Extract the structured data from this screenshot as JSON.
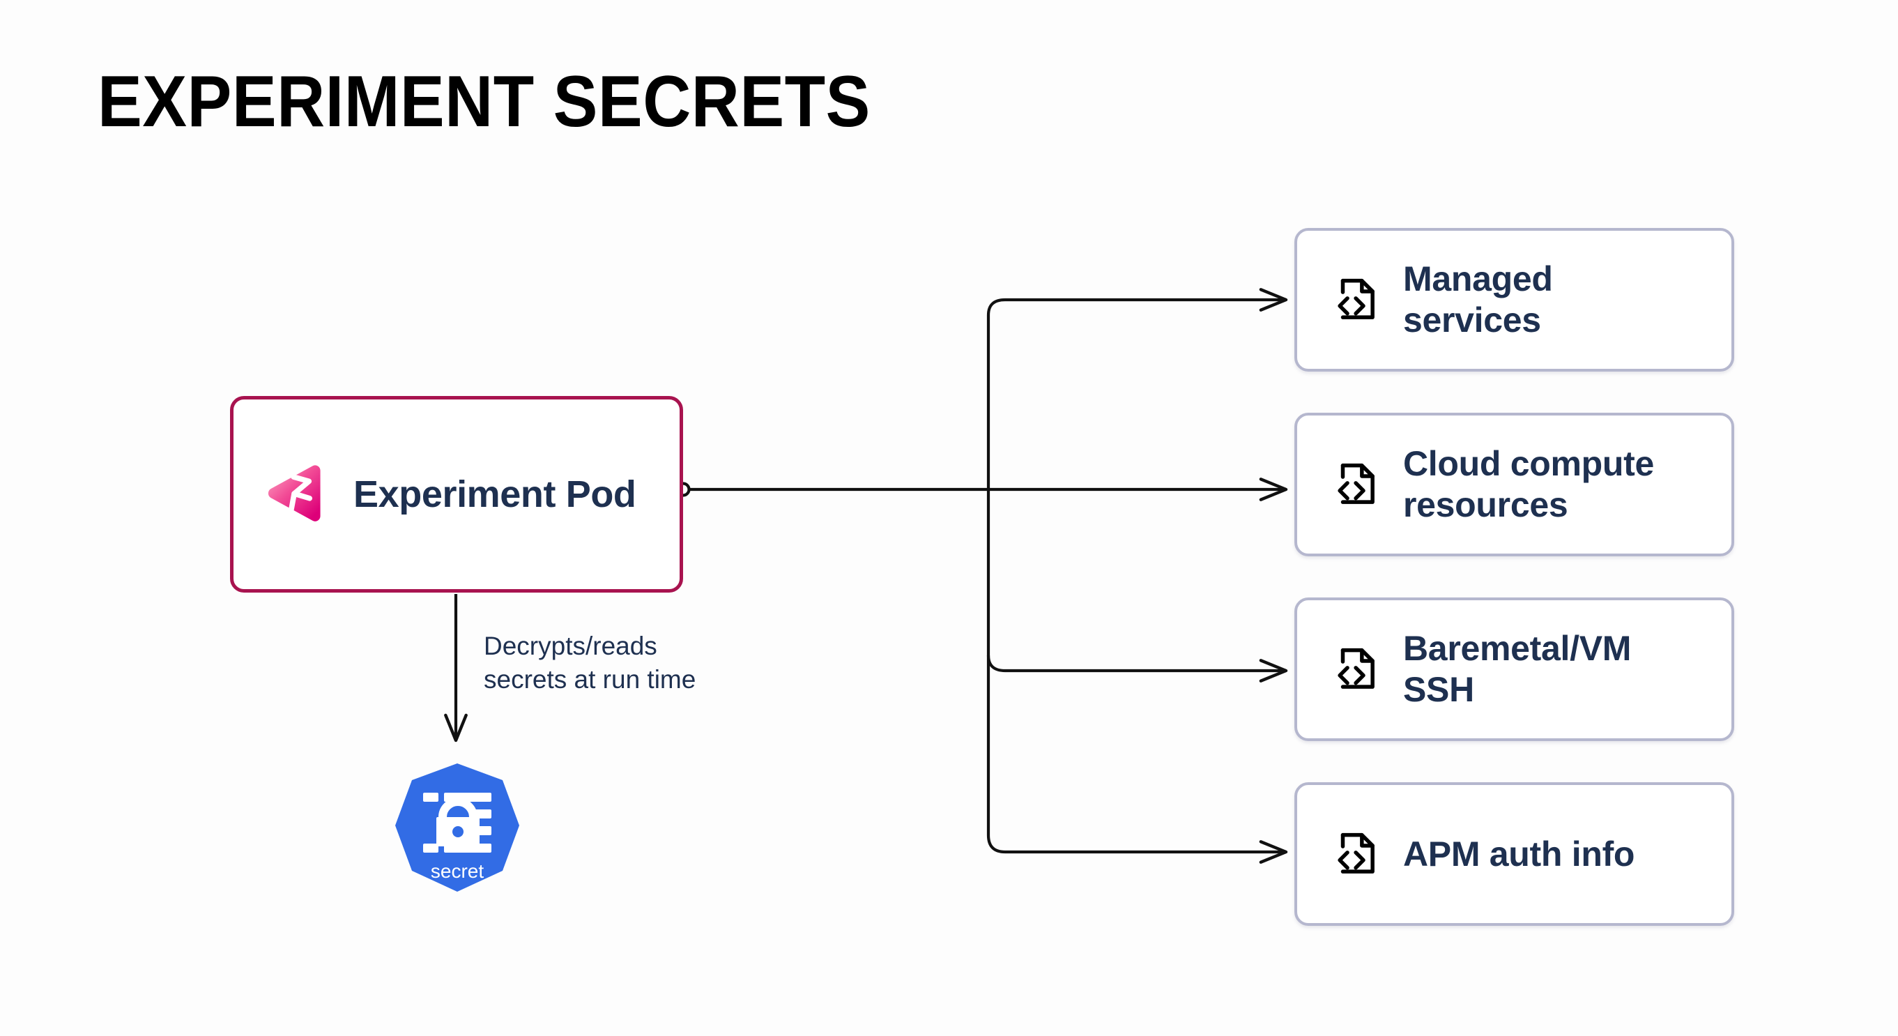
{
  "page": {
    "title": "EXPERIMENT SECRETS",
    "background_color": "#FDFDFD"
  },
  "colors": {
    "pod_border": "#A8134F",
    "card_border": "#B5B7CE",
    "text_navy": "#1E3050",
    "kubernetes_blue": "#326CE5",
    "logo_gradient_start": "#F76C9B",
    "logo_gradient_end": "#E5107F",
    "connector_line": "#111111",
    "icon_black": "#000000"
  },
  "pod": {
    "label": "Experiment Pod",
    "logo_icon": "gremlin-logo-icon"
  },
  "secret": {
    "label": "secret",
    "icon": "kubernetes-secret-icon"
  },
  "connections": {
    "decrypt_note_line1": "Decrypts/reads",
    "decrypt_note_line2": "secrets at run time",
    "port_marker": "connection-port-circle"
  },
  "targets": [
    {
      "icon": "file-code-icon",
      "line1": "Managed",
      "line2": "services"
    },
    {
      "icon": "file-code-icon",
      "line1": "Cloud compute",
      "line2": "resources"
    },
    {
      "icon": "file-code-icon",
      "line1": "Baremetal/VM",
      "line2": "SSH"
    },
    {
      "icon": "file-code-icon",
      "line1": "APM auth info",
      "line2": ""
    }
  ]
}
